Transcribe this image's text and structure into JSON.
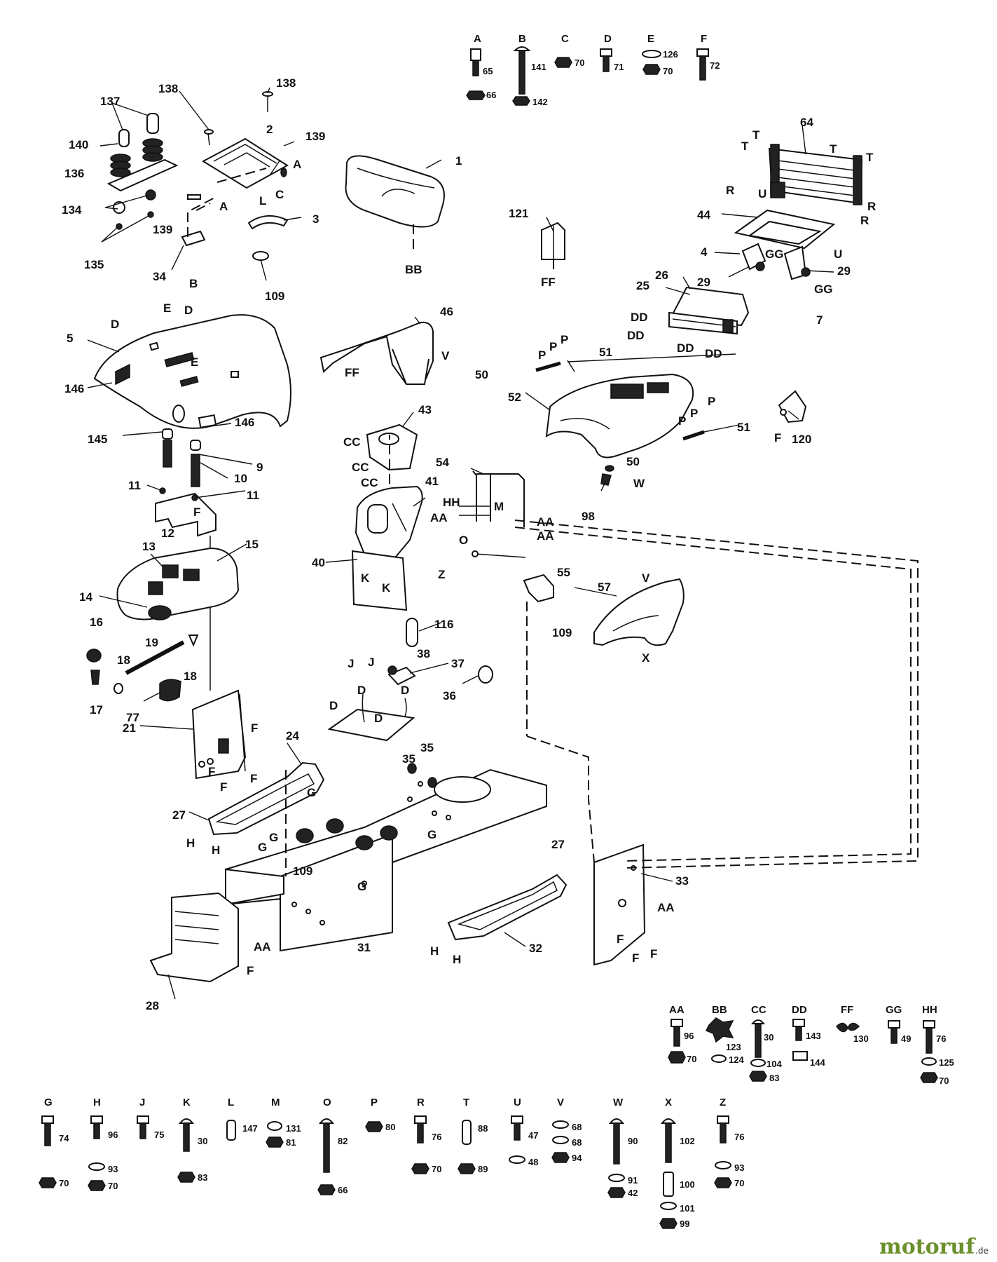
{
  "callouts": {
    "c1": "1",
    "c2": "2",
    "c3": "3",
    "c4": "4",
    "c5": "5",
    "c7": "7",
    "c9": "9",
    "c10": "10",
    "c11a": "11",
    "c11b": "11",
    "c12": "12",
    "c13": "13",
    "c14": "14",
    "c15": "15",
    "c16": "16",
    "c17": "17",
    "c18a": "18",
    "c18b": "18",
    "c19": "19",
    "c21": "21",
    "c24": "24",
    "c25": "25",
    "c26": "26",
    "c27a": "27",
    "c27b": "27",
    "c28": "28",
    "c29a": "29",
    "c29b": "29",
    "c31": "31",
    "c32": "32",
    "c33": "33",
    "c34": "34",
    "c35a": "35",
    "c35b": "35",
    "c36": "36",
    "c37": "37",
    "c38": "38",
    "c40": "40",
    "c41": "41",
    "c43": "43",
    "c44": "44",
    "c46": "46",
    "c50a": "50",
    "c50b": "50",
    "c51a": "51",
    "c51b": "51",
    "c52": "52",
    "c54": "54",
    "c55": "55",
    "c57": "57",
    "c64": "64",
    "c77": "77",
    "c98": "98",
    "c109a": "109",
    "c109b": "109",
    "c109c": "109",
    "c116": "116",
    "c120": "120",
    "c121": "121",
    "c134": "134",
    "c135": "135",
    "c136": "136",
    "c137": "137",
    "c138a": "138",
    "c138b": "138",
    "c139a": "139",
    "c139b": "139",
    "c140": "140",
    "c145": "145",
    "c146a": "146",
    "c146b": "146"
  },
  "letters": {
    "A1": "A",
    "A2": "A",
    "B1": "B",
    "C1": "C",
    "L1": "L",
    "BB1": "BB",
    "FF1": "FF",
    "FF2": "FF",
    "D1": "D",
    "D2": "D",
    "E1": "E",
    "E2": "E",
    "V1": "V",
    "V2": "V",
    "P1": "P",
    "P2": "P",
    "P3": "P",
    "P4": "P",
    "P5": "P",
    "P6": "P",
    "F1": "F",
    "F2": "F",
    "F3": "F",
    "F4": "F",
    "F5": "F",
    "F6": "F",
    "F7": "F",
    "F8": "F",
    "F9": "F",
    "F10": "F",
    "W1": "W",
    "CC1": "CC",
    "CC2": "CC",
    "CC3": "CC",
    "HH1": "HH",
    "AA1": "AA",
    "AA2": "AA",
    "AA3": "AA",
    "AA4": "AA",
    "AA5": "AA",
    "M1": "M",
    "O1": "O",
    "Z1": "Z",
    "K1": "K",
    "K2": "K",
    "J1": "J",
    "J2": "J",
    "D3": "D",
    "D4": "D",
    "D5": "D",
    "D6": "D",
    "G1": "G",
    "G2": "G",
    "G3": "G",
    "G4": "G",
    "G5": "G",
    "H1": "H",
    "H2": "H",
    "H3": "H",
    "H4": "H",
    "X1": "X",
    "T1": "T",
    "T2": "T",
    "T3": "T",
    "T4": "T",
    "R1": "R",
    "R2": "R",
    "R3": "R",
    "U1": "U",
    "U2": "U",
    "GG1": "GG",
    "GG2": "GG",
    "DD1": "DD",
    "DD2": "DD",
    "DD3": "DD",
    "DD4": "DD"
  },
  "hardware_top": [
    {
      "key": "A",
      "parts": [
        "65",
        "66"
      ]
    },
    {
      "key": "B",
      "parts": [
        "141",
        "142"
      ]
    },
    {
      "key": "C",
      "parts": [
        "70"
      ]
    },
    {
      "key": "D",
      "parts": [
        "71"
      ]
    },
    {
      "key": "E",
      "parts": [
        "126",
        "70"
      ]
    },
    {
      "key": "F",
      "parts": [
        "72"
      ]
    }
  ],
  "hardware_mid": [
    {
      "key": "AA",
      "parts": [
        "96",
        "70"
      ]
    },
    {
      "key": "BB",
      "parts": [
        "123",
        "124"
      ]
    },
    {
      "key": "CC",
      "parts": [
        "30",
        "104",
        "83"
      ]
    },
    {
      "key": "DD",
      "parts": [
        "143",
        "144"
      ]
    },
    {
      "key": "FF",
      "parts": [
        "130"
      ]
    },
    {
      "key": "GG",
      "parts": [
        "49"
      ]
    },
    {
      "key": "HH",
      "parts": [
        "76",
        "125",
        "70"
      ]
    }
  ],
  "hardware_bottom": [
    {
      "key": "G",
      "parts": [
        "74",
        "70"
      ]
    },
    {
      "key": "H",
      "parts": [
        "96",
        "93",
        "70"
      ]
    },
    {
      "key": "J",
      "parts": [
        "75"
      ]
    },
    {
      "key": "K",
      "parts": [
        "30",
        "83"
      ]
    },
    {
      "key": "L",
      "parts": [
        "147"
      ]
    },
    {
      "key": "M",
      "parts": [
        "131",
        "81"
      ]
    },
    {
      "key": "O",
      "parts": [
        "82",
        "66"
      ]
    },
    {
      "key": "P",
      "parts": [
        "80"
      ]
    },
    {
      "key": "R",
      "parts": [
        "76",
        "70"
      ]
    },
    {
      "key": "T",
      "parts": [
        "88",
        "89"
      ]
    },
    {
      "key": "U",
      "parts": [
        "47",
        "48"
      ]
    },
    {
      "key": "V",
      "parts": [
        "68",
        "68",
        "94"
      ]
    },
    {
      "key": "W",
      "parts": [
        "90",
        "91",
        "42"
      ]
    },
    {
      "key": "X",
      "parts": [
        "102",
        "100",
        "101",
        "99"
      ]
    },
    {
      "key": "Z",
      "parts": [
        "76",
        "93",
        "70"
      ]
    }
  ],
  "watermark": {
    "brand": "motoruf",
    "suffix": ".de"
  }
}
